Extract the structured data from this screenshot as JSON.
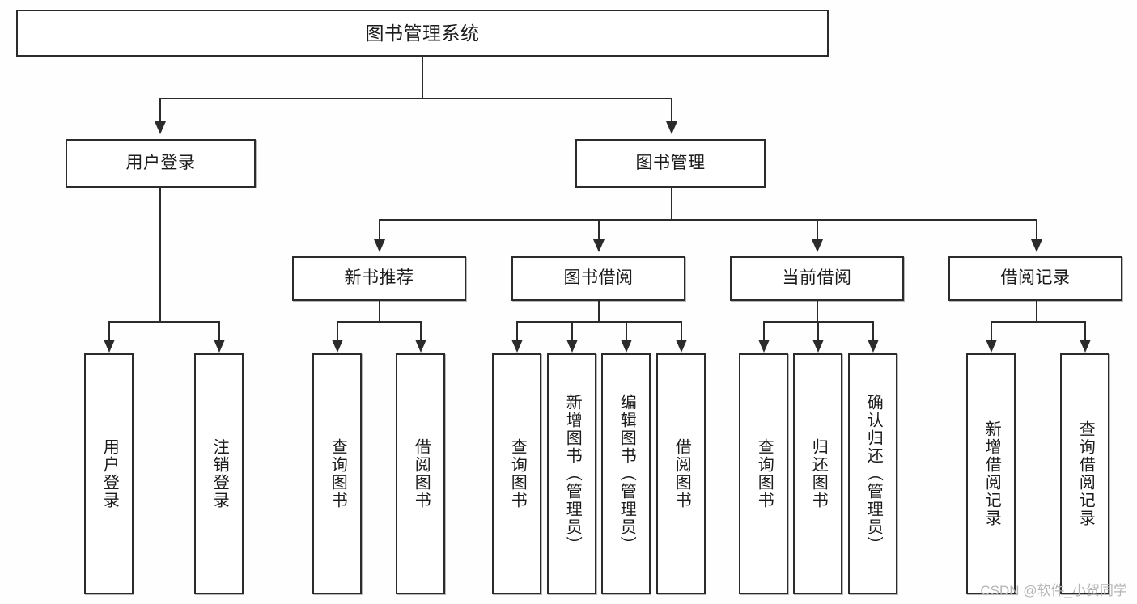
{
  "diagram": {
    "title": "图书管理系统",
    "type": "tree-hierarchy-functional-structure",
    "background_color": "#fefefe",
    "box_border_color": "#2b2b2b",
    "text_color": "#1b1b1b",
    "connector_color": "#2b2b2b"
  },
  "root": {
    "label": "图书管理系统"
  },
  "level2": [
    {
      "label": "用户登录"
    },
    {
      "label": "图书管理"
    }
  ],
  "level3": [
    {
      "label": "新书推荐"
    },
    {
      "label": "图书借阅"
    },
    {
      "label": "当前借阅"
    },
    {
      "label": "借阅记录"
    }
  ],
  "leaves": {
    "user_login": [
      {
        "label": "用户登录"
      },
      {
        "label": "注销登录"
      }
    ],
    "new_book_recommend": [
      {
        "label": "查询图书"
      },
      {
        "label": "借阅图书"
      }
    ],
    "book_borrow": [
      {
        "label": "查询图书"
      },
      {
        "label": "新增图书（管理员）"
      },
      {
        "label": "编辑图书（管理员）"
      },
      {
        "label": "借阅图书"
      }
    ],
    "current_borrow": [
      {
        "label": "查询图书"
      },
      {
        "label": "归还图书"
      },
      {
        "label": "确认归还（管理员）"
      }
    ],
    "borrow_record": [
      {
        "label": "新增借阅记录"
      },
      {
        "label": "查询借阅记录"
      }
    ]
  },
  "watermark": {
    "text": "CSDN @软件_小贺同学"
  }
}
